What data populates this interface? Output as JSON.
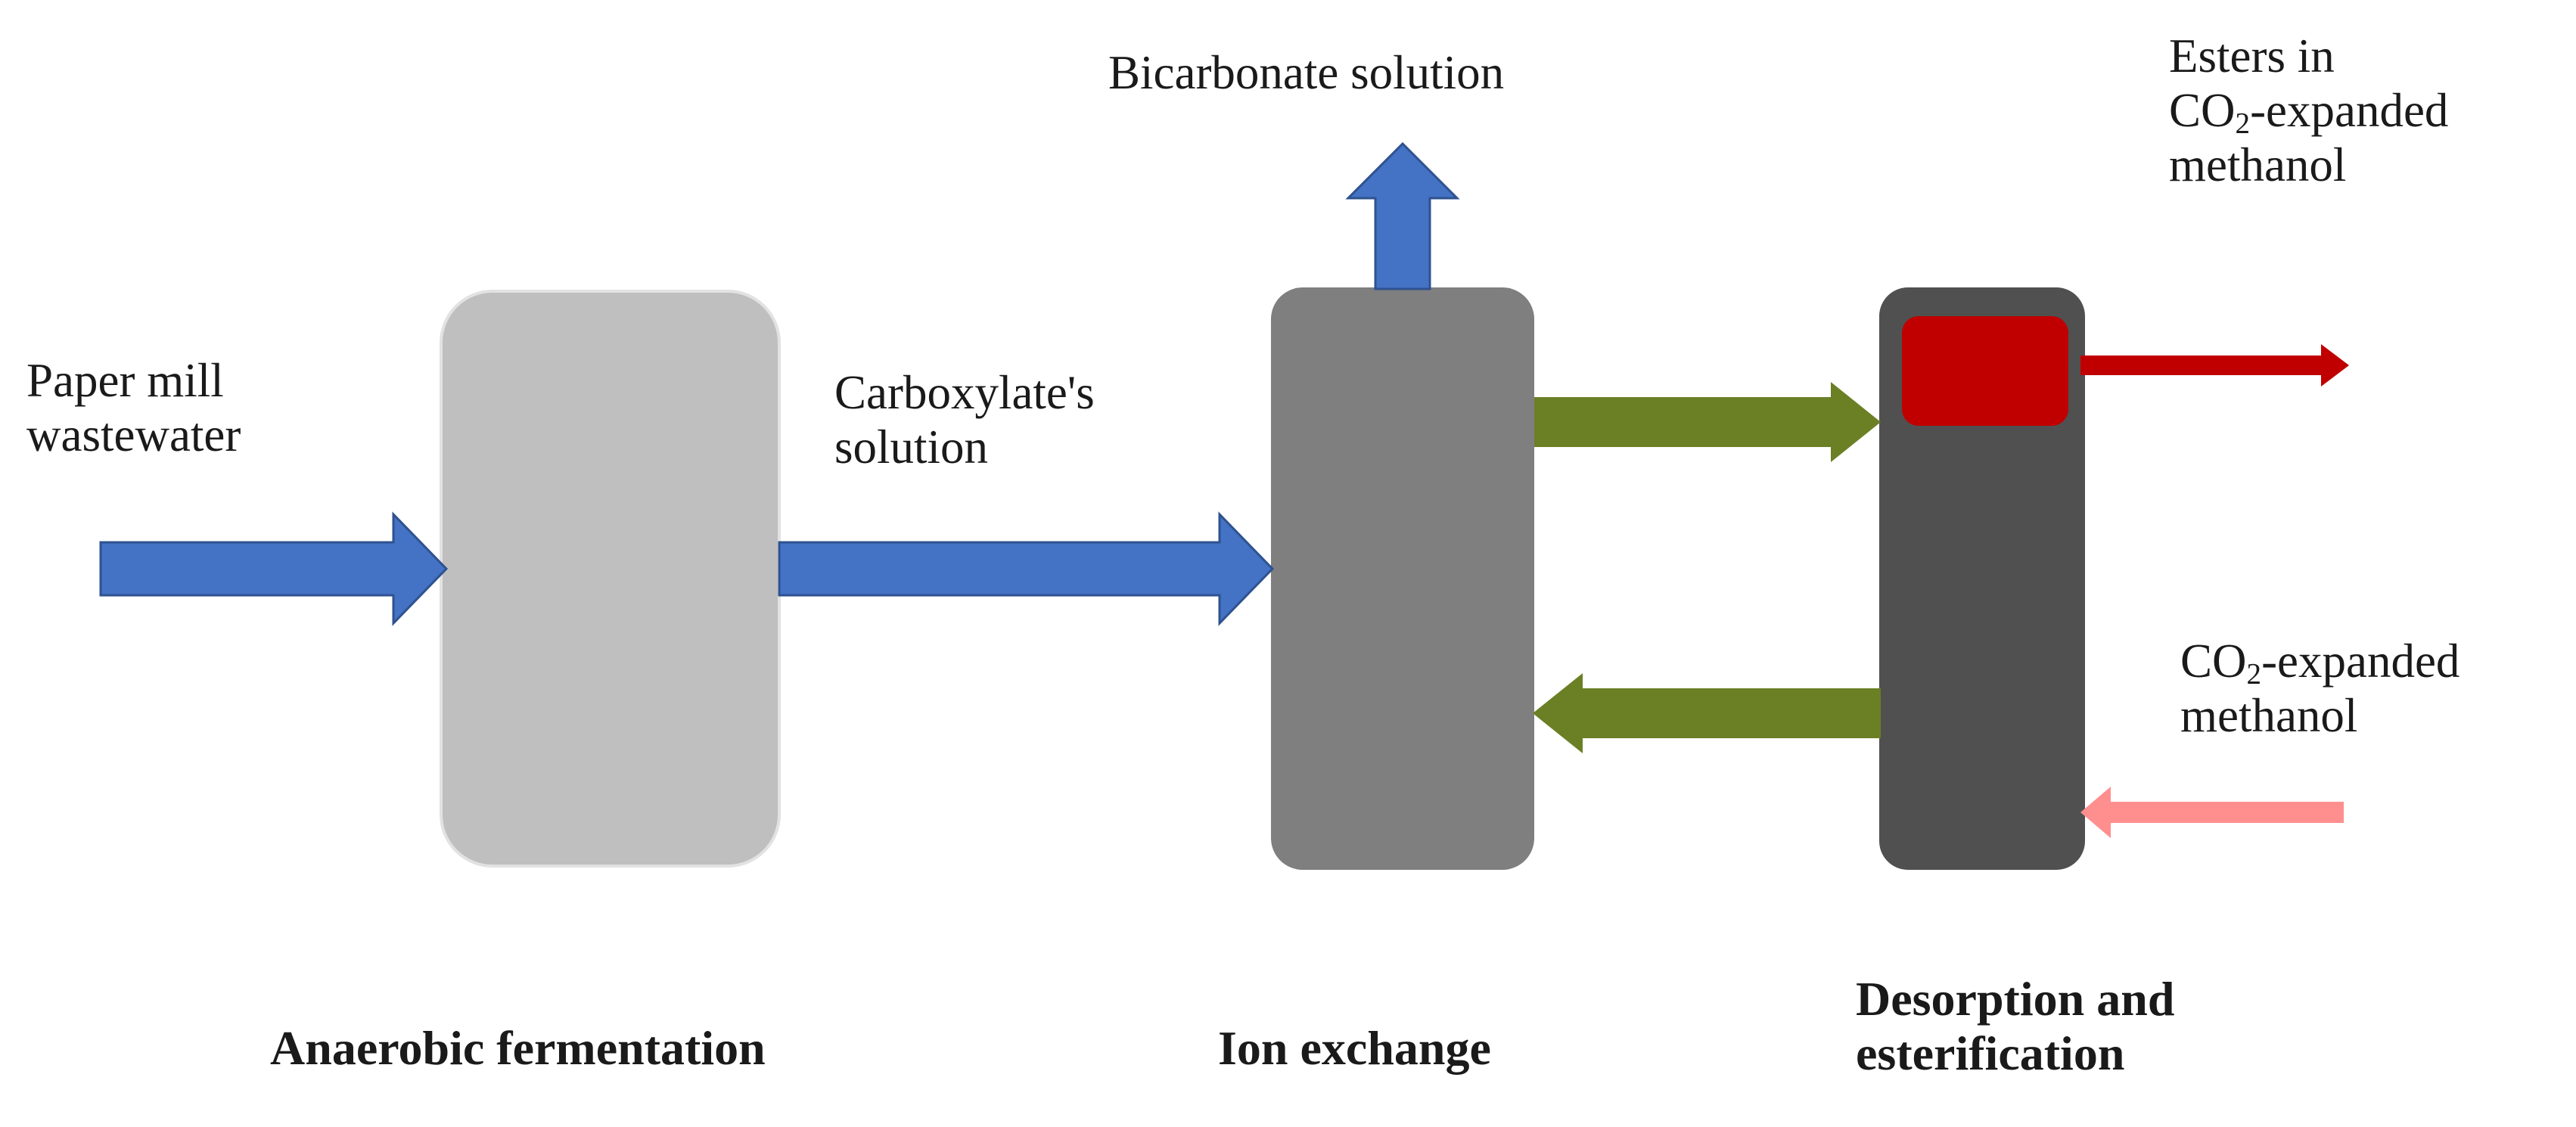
{
  "colors": {
    "feed_arrow": "#4472C4",
    "transfer_arrow": "#6B7F25",
    "ester_arrow": "#C00000",
    "methanol_in_arrow": "#FF8F8F",
    "fermenter": "#BFBFBF",
    "ion_exchange_column": "#7F7F7F",
    "esterification_column": "#505050",
    "ester_zone": "#C00000"
  },
  "labels": {
    "feed_line1": "Paper mill",
    "feed_line2": "wastewater",
    "carboxylate_line1": "Carboxylate's",
    "carboxylate_line2": "solution",
    "bicarbonate": "Bicarbonate solution",
    "esters_line1": "Esters in",
    "esters_line2_pre": "CO",
    "esters_line2_sub": "2",
    "esters_line2_post": "-expanded",
    "esters_line3": "methanol",
    "methanol_line1_pre": "CO",
    "methanol_line1_sub": "2",
    "methanol_line1_post": "-expanded",
    "methanol_line2": "methanol"
  },
  "units": {
    "fermentation": "Anaerobic fermentation",
    "ion_exchange": "Ion exchange",
    "esterification_line1": "Desorption and",
    "esterification_line2": "esterification"
  }
}
